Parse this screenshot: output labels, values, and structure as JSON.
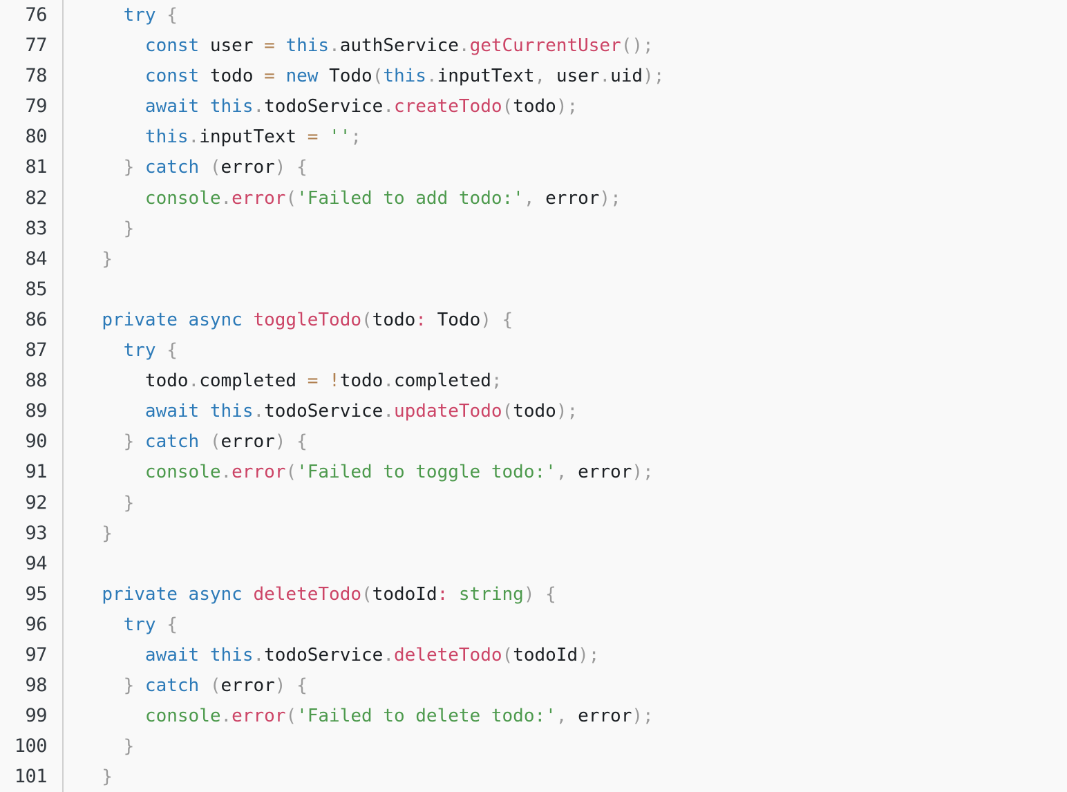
{
  "editor": {
    "language": "TypeScript",
    "background_color": "#f9f9f9",
    "gutter_divider_color": "#d0d0d0",
    "line_number_color": "#343a40",
    "first_line_number": 76,
    "last_line_number": 101,
    "palette": {
      "keyword": "#2c7ab8",
      "identifier": "#1b1f23",
      "function": "#cc4466",
      "string": "#4d9a4d",
      "type": "#4d9a4d",
      "operator": "#b08050",
      "punctuation": "#9a9a9a"
    }
  },
  "lines": [
    {
      "number": "76",
      "text": "    try {"
    },
    {
      "number": "77",
      "text": "      const user = this.authService.getCurrentUser();"
    },
    {
      "number": "78",
      "text": "      const todo = new Todo(this.inputText, user.uid);"
    },
    {
      "number": "79",
      "text": "      await this.todoService.createTodo(todo);"
    },
    {
      "number": "80",
      "text": "      this.inputText = '';"
    },
    {
      "number": "81",
      "text": "    } catch (error) {"
    },
    {
      "number": "82",
      "text": "      console.error('Failed to add todo:', error);"
    },
    {
      "number": "83",
      "text": "    }"
    },
    {
      "number": "84",
      "text": "  }"
    },
    {
      "number": "85",
      "text": ""
    },
    {
      "number": "86",
      "text": "  private async toggleTodo(todo: Todo) {"
    },
    {
      "number": "87",
      "text": "    try {"
    },
    {
      "number": "88",
      "text": "      todo.completed = !todo.completed;"
    },
    {
      "number": "89",
      "text": "      await this.todoService.updateTodo(todo);"
    },
    {
      "number": "90",
      "text": "    } catch (error) {"
    },
    {
      "number": "91",
      "text": "      console.error('Failed to toggle todo:', error);"
    },
    {
      "number": "92",
      "text": "    }"
    },
    {
      "number": "93",
      "text": "  }"
    },
    {
      "number": "94",
      "text": ""
    },
    {
      "number": "95",
      "text": "  private async deleteTodo(todoId: string) {"
    },
    {
      "number": "96",
      "text": "    try {"
    },
    {
      "number": "97",
      "text": "      await this.todoService.deleteTodo(todoId);"
    },
    {
      "number": "98",
      "text": "    } catch (error) {"
    },
    {
      "number": "99",
      "text": "      console.error('Failed to delete todo:', error);"
    },
    {
      "number": "100",
      "text": "    }"
    },
    {
      "number": "101",
      "text": "  }"
    }
  ],
  "tokens": [
    [
      [
        "pun",
        "    "
      ],
      [
        "kw",
        "try"
      ],
      [
        "pun",
        " {"
      ]
    ],
    [
      [
        "pun",
        "      "
      ],
      [
        "kw",
        "const"
      ],
      [
        "id",
        " user "
      ],
      [
        "op",
        "="
      ],
      [
        "id",
        " "
      ],
      [
        "kw",
        "this"
      ],
      [
        "dot",
        "."
      ],
      [
        "id",
        "authService"
      ],
      [
        "dot",
        "."
      ],
      [
        "fn",
        "getCurrentUser"
      ],
      [
        "pun",
        "();"
      ]
    ],
    [
      [
        "pun",
        "      "
      ],
      [
        "kw",
        "const"
      ],
      [
        "id",
        " todo "
      ],
      [
        "op",
        "="
      ],
      [
        "id",
        " "
      ],
      [
        "kw",
        "new"
      ],
      [
        "id",
        " "
      ],
      [
        "cls",
        "Todo"
      ],
      [
        "pun",
        "("
      ],
      [
        "kw",
        "this"
      ],
      [
        "dot",
        "."
      ],
      [
        "id",
        "inputText"
      ],
      [
        "pun",
        ", "
      ],
      [
        "id",
        "user"
      ],
      [
        "dot",
        "."
      ],
      [
        "id",
        "uid"
      ],
      [
        "pun",
        ");"
      ]
    ],
    [
      [
        "pun",
        "      "
      ],
      [
        "kw",
        "await"
      ],
      [
        "id",
        " "
      ],
      [
        "kw",
        "this"
      ],
      [
        "dot",
        "."
      ],
      [
        "id",
        "todoService"
      ],
      [
        "dot",
        "."
      ],
      [
        "fn",
        "createTodo"
      ],
      [
        "pun",
        "("
      ],
      [
        "id",
        "todo"
      ],
      [
        "pun",
        ");"
      ]
    ],
    [
      [
        "pun",
        "      "
      ],
      [
        "kw",
        "this"
      ],
      [
        "dot",
        "."
      ],
      [
        "id",
        "inputText"
      ],
      [
        "id",
        " "
      ],
      [
        "op",
        "="
      ],
      [
        "id",
        " "
      ],
      [
        "str",
        "''"
      ],
      [
        "pun",
        ";"
      ]
    ],
    [
      [
        "pun",
        "    } "
      ],
      [
        "kw",
        "catch"
      ],
      [
        "id",
        " "
      ],
      [
        "pun",
        "("
      ],
      [
        "id",
        "error"
      ],
      [
        "pun",
        ") {"
      ]
    ],
    [
      [
        "pun",
        "      "
      ],
      [
        "str",
        "console"
      ],
      [
        "dot",
        "."
      ],
      [
        "fn",
        "error"
      ],
      [
        "pun",
        "("
      ],
      [
        "str",
        "'Failed to add todo:'"
      ],
      [
        "pun",
        ", "
      ],
      [
        "id",
        "error"
      ],
      [
        "pun",
        ");"
      ]
    ],
    [
      [
        "pun",
        "    }"
      ]
    ],
    [
      [
        "pun",
        "  }"
      ]
    ],
    [
      [
        "pun",
        ""
      ]
    ],
    [
      [
        "pun",
        "  "
      ],
      [
        "kw",
        "private async"
      ],
      [
        "id",
        " "
      ],
      [
        "fn",
        "toggleTodo"
      ],
      [
        "pun",
        "("
      ],
      [
        "id",
        "todo"
      ],
      [
        "colon",
        ":"
      ],
      [
        "id",
        " "
      ],
      [
        "cls",
        "Todo"
      ],
      [
        "pun",
        ") {"
      ]
    ],
    [
      [
        "pun",
        "    "
      ],
      [
        "kw",
        "try"
      ],
      [
        "pun",
        " {"
      ]
    ],
    [
      [
        "pun",
        "      "
      ],
      [
        "id",
        "todo"
      ],
      [
        "dot",
        "."
      ],
      [
        "id",
        "completed"
      ],
      [
        "id",
        " "
      ],
      [
        "op",
        "="
      ],
      [
        "id",
        " "
      ],
      [
        "op",
        "!"
      ],
      [
        "id",
        "todo"
      ],
      [
        "dot",
        "."
      ],
      [
        "id",
        "completed"
      ],
      [
        "pun",
        ";"
      ]
    ],
    [
      [
        "pun",
        "      "
      ],
      [
        "kw",
        "await"
      ],
      [
        "id",
        " "
      ],
      [
        "kw",
        "this"
      ],
      [
        "dot",
        "."
      ],
      [
        "id",
        "todoService"
      ],
      [
        "dot",
        "."
      ],
      [
        "fn",
        "updateTodo"
      ],
      [
        "pun",
        "("
      ],
      [
        "id",
        "todo"
      ],
      [
        "pun",
        ");"
      ]
    ],
    [
      [
        "pun",
        "    } "
      ],
      [
        "kw",
        "catch"
      ],
      [
        "id",
        " "
      ],
      [
        "pun",
        "("
      ],
      [
        "id",
        "error"
      ],
      [
        "pun",
        ") {"
      ]
    ],
    [
      [
        "pun",
        "      "
      ],
      [
        "str",
        "console"
      ],
      [
        "dot",
        "."
      ],
      [
        "fn",
        "error"
      ],
      [
        "pun",
        "("
      ],
      [
        "str",
        "'Failed to toggle todo:'"
      ],
      [
        "pun",
        ", "
      ],
      [
        "id",
        "error"
      ],
      [
        "pun",
        ");"
      ]
    ],
    [
      [
        "pun",
        "    }"
      ]
    ],
    [
      [
        "pun",
        "  }"
      ]
    ],
    [
      [
        "pun",
        ""
      ]
    ],
    [
      [
        "pun",
        "  "
      ],
      [
        "kw",
        "private async"
      ],
      [
        "id",
        " "
      ],
      [
        "fn",
        "deleteTodo"
      ],
      [
        "pun",
        "("
      ],
      [
        "id",
        "todoId"
      ],
      [
        "colon",
        ":"
      ],
      [
        "id",
        " "
      ],
      [
        "type",
        "string"
      ],
      [
        "pun",
        ") {"
      ]
    ],
    [
      [
        "pun",
        "    "
      ],
      [
        "kw",
        "try"
      ],
      [
        "pun",
        " {"
      ]
    ],
    [
      [
        "pun",
        "      "
      ],
      [
        "kw",
        "await"
      ],
      [
        "id",
        " "
      ],
      [
        "kw",
        "this"
      ],
      [
        "dot",
        "."
      ],
      [
        "id",
        "todoService"
      ],
      [
        "dot",
        "."
      ],
      [
        "fn",
        "deleteTodo"
      ],
      [
        "pun",
        "("
      ],
      [
        "id",
        "todoId"
      ],
      [
        "pun",
        ");"
      ]
    ],
    [
      [
        "pun",
        "    } "
      ],
      [
        "kw",
        "catch"
      ],
      [
        "id",
        " "
      ],
      [
        "pun",
        "("
      ],
      [
        "id",
        "error"
      ],
      [
        "pun",
        ") {"
      ]
    ],
    [
      [
        "pun",
        "      "
      ],
      [
        "str",
        "console"
      ],
      [
        "dot",
        "."
      ],
      [
        "fn",
        "error"
      ],
      [
        "pun",
        "("
      ],
      [
        "str",
        "'Failed to delete todo:'"
      ],
      [
        "pun",
        ", "
      ],
      [
        "id",
        "error"
      ],
      [
        "pun",
        ");"
      ]
    ],
    [
      [
        "pun",
        "    }"
      ]
    ],
    [
      [
        "pun",
        "  }"
      ]
    ]
  ]
}
